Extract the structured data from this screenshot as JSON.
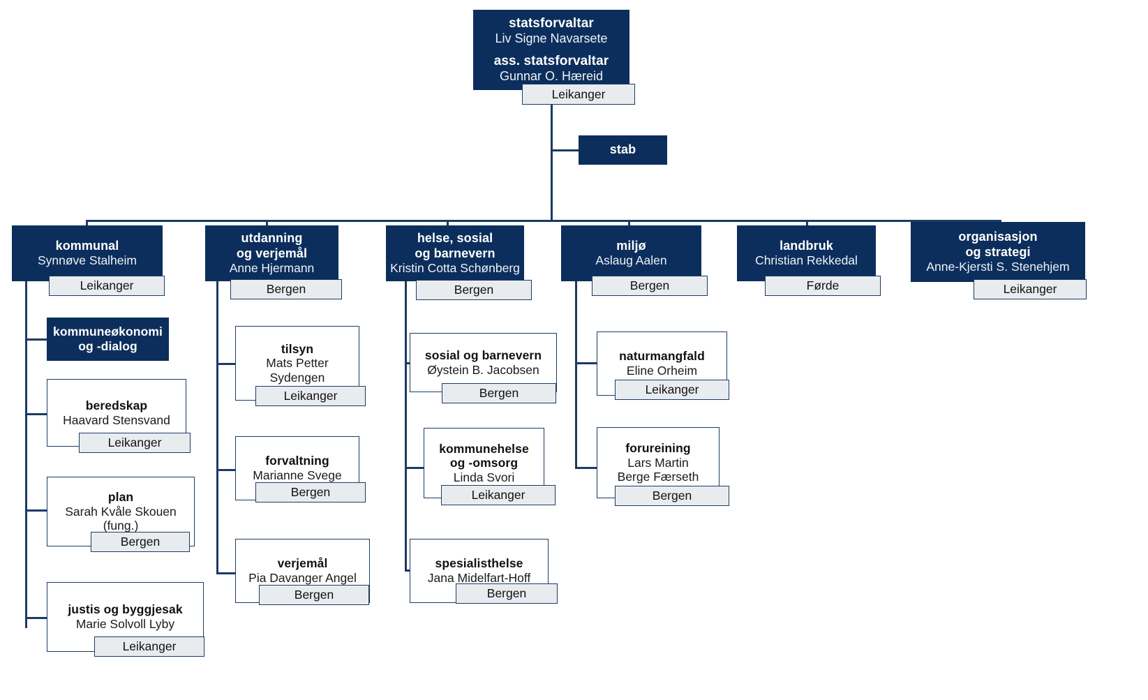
{
  "chart_data": {
    "type": "diagram",
    "title": "Organisasjonskart statsforvaltaren",
    "diagram_kind": "org-chart",
    "colors": {
      "navy_fill": "#0c2e5c",
      "navy_line": "#1b3a64",
      "location_fill": "#e9ecef",
      "background": "#ffffff",
      "dark_text": "#111111",
      "light_text": "#ffffff"
    }
  },
  "top": {
    "role1_title": "statsforvaltar",
    "role1_person": "Liv Signe Navarsete",
    "role2_title": "ass. statsforvaltar",
    "role2_person": "Gunnar O. Hæreid",
    "location": "Leikanger"
  },
  "stab": {
    "title": "stab"
  },
  "divisions": [
    {
      "title": "kommunal",
      "person": "Synnøve Stalheim",
      "location": "Leikanger",
      "children": [
        {
          "title_line1": "kommuneøkonomi",
          "title_line2": "og -dialog",
          "person": "",
          "location": "",
          "style": "dark"
        },
        {
          "title_line1": "beredskap",
          "title_line2": "",
          "person": "Haavard Stensvand",
          "location": "Leikanger",
          "style": "light"
        },
        {
          "title_line1": "plan",
          "title_line2": "",
          "person": "Sarah Kvåle Skouen",
          "person2": "(fung.)",
          "location": "Bergen",
          "style": "light"
        },
        {
          "title_line1": "justis og byggjesak",
          "title_line2": "",
          "person": "Marie Solvoll Lyby",
          "location": "Leikanger",
          "style": "light"
        }
      ]
    },
    {
      "title_line1": "utdanning",
      "title_line2": "og verjemål",
      "person": "Anne Hjermann",
      "location": "Bergen",
      "children": [
        {
          "title_line1": "tilsyn",
          "title_line2": "",
          "person": "Mats Petter",
          "person2": "Sydengen",
          "location": "Leikanger",
          "style": "light"
        },
        {
          "title_line1": "forvaltning",
          "title_line2": "",
          "person": "Marianne Svege",
          "location": "Bergen",
          "style": "light"
        },
        {
          "title_line1": "verjemål",
          "title_line2": "",
          "person": "Pia Davanger Angel",
          "location": "Bergen",
          "style": "light"
        }
      ]
    },
    {
      "title_line1": "helse, sosial",
      "title_line2": "og barnevern",
      "person": "Kristin Cotta Schønberg",
      "location": "Bergen",
      "children": [
        {
          "title_line1": "sosial og barnevern",
          "title_line2": "",
          "person": "Øystein B. Jacobsen",
          "location": "Bergen",
          "style": "light"
        },
        {
          "title_line1": "kommunehelse",
          "title_line2": "og -omsorg",
          "person": "Linda Svori",
          "location": "Leikanger",
          "style": "light"
        },
        {
          "title_line1": "spesialisthelse",
          "title_line2": "",
          "person": "Jana Midelfart-Hoff",
          "location": "Bergen",
          "style": "light"
        }
      ]
    },
    {
      "title": "miljø",
      "person": "Aslaug Aalen",
      "location": "Bergen",
      "children": [
        {
          "title_line1": "naturmangfald",
          "title_line2": "",
          "person": "Eline Orheim",
          "location": "Leikanger",
          "style": "light"
        },
        {
          "title_line1": "forureining",
          "title_line2": "",
          "person": "Lars Martin",
          "person2": "Berge Færseth",
          "location": "Bergen",
          "style": "light"
        }
      ]
    },
    {
      "title": "landbruk",
      "person": "Christian Rekkedal",
      "location": "Førde",
      "children": []
    },
    {
      "title_line1": "organisasjon",
      "title_line2": "og strategi",
      "person": "Anne-Kjersti S. Stenehjem",
      "location": "Leikanger",
      "children": []
    }
  ]
}
